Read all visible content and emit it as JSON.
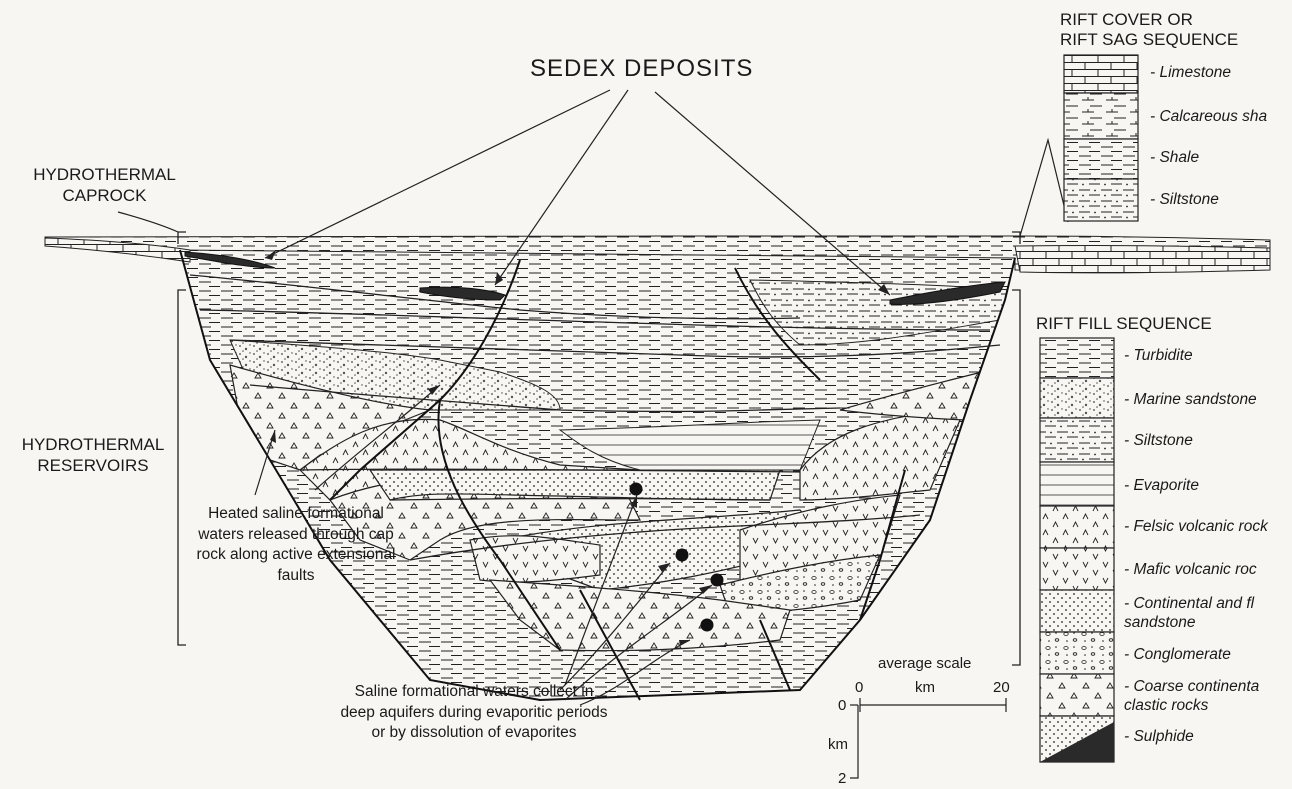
{
  "title": "SEDEX DEPOSITS",
  "side_labels": {
    "caprock": "HYDROTHERMAL\nCAPROCK",
    "reservoirs": "HYDROTHERMAL\nRESERVOIRS"
  },
  "annotations": {
    "heated_waters": "Heated saline formational waters released through cap rock along active extensional faults",
    "saline_waters": "Saline formational waters collect in deep aquifers during evaporitic periods or by dissolution of evaporites"
  },
  "legend_cover": {
    "title": "RIFT COVER OR\nRIFT SAG SEQUENCE",
    "items": [
      "- Limestone",
      "- Calcareous sha",
      "- Shale",
      "- Siltstone"
    ]
  },
  "legend_fill": {
    "title": "RIFT FILL SEQUENCE",
    "items": [
      "- Turbidite",
      "- Marine sandstone",
      "- Siltstone",
      "- Evaporite",
      "- Felsic volcanic rock",
      "- Mafic volcanic roc",
      "- Continental and fl\nsandstone",
      "- Conglomerate",
      "- Coarse continenta\nclastic rocks",
      "- Sulphide"
    ]
  },
  "scale": {
    "title": "average scale",
    "h_start": "0",
    "h_unit": "km",
    "h_end": "20",
    "v_start": "0",
    "v_unit": "km",
    "v_end": "2"
  },
  "colors": {
    "ink": "#1a1a1a",
    "paper": "#f7f6f2",
    "sulphide": "#2a2a2a"
  }
}
